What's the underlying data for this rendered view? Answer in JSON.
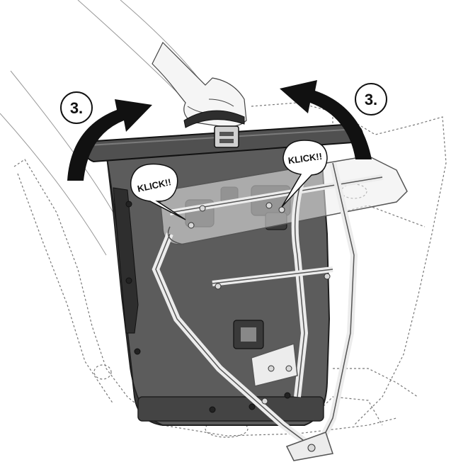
{
  "illustration": {
    "left_step": "3.",
    "right_step": "3.",
    "left_callout": "KLICK!!",
    "right_callout": "KLICK!!",
    "colors": {
      "bag_body": "#5c5c5c",
      "bag_dark": "#3a3a3a",
      "bag_light": "#7a7a7a",
      "rack_fill": "#ececec",
      "rack_outline": "#555555",
      "arrow": "#111111",
      "background": "#ffffff"
    }
  }
}
